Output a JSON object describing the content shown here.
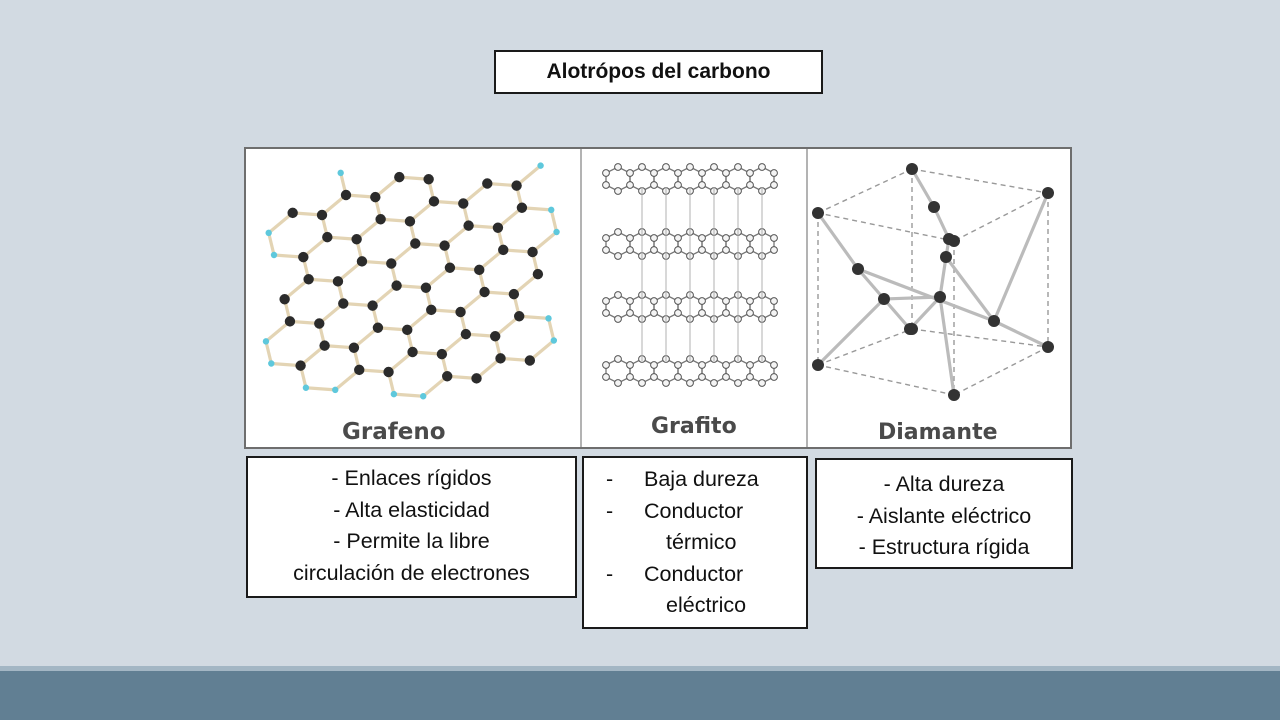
{
  "title": "Alotrópos del carbono",
  "panels": [
    {
      "label": "Grafeno",
      "lines": [
        "- Enlaces rígidos",
        "- Alta elasticidad",
        "- Permite la libre",
        "circulación de electrones"
      ]
    },
    {
      "label": "Grafito",
      "bullets": [
        "Baja dureza",
        "Conductor",
        "térmico",
        "Conductor",
        "eléctrico"
      ]
    },
    {
      "label": "Diamante",
      "lines": [
        "- Alta dureza",
        "- Aislante eléctrico",
        "- Estructura rígida"
      ]
    }
  ],
  "colors": {
    "background": "#d2dae2",
    "footer": "#617f93",
    "atom": "#2b2b2b",
    "hydrogen": "#5ec8dc",
    "bond": "#e3d4b4"
  }
}
